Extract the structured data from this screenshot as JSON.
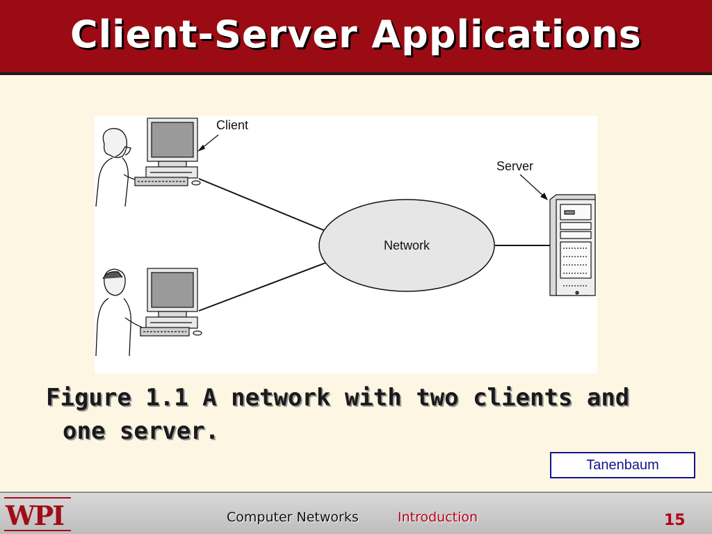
{
  "slide": {
    "title": "Client-Server Applications",
    "caption_line1": "Figure 1.1  A network with two clients and",
    "caption_line2": "one server.",
    "credit": "Tanenbaum"
  },
  "diagram": {
    "labels": {
      "client": "Client",
      "server": "Server",
      "network": "Network"
    },
    "nodes": [
      {
        "id": "client-1",
        "kind": "client workstation"
      },
      {
        "id": "client-2",
        "kind": "client workstation"
      },
      {
        "id": "network",
        "kind": "network cloud"
      },
      {
        "id": "server",
        "kind": "server tower"
      }
    ],
    "edges": [
      {
        "from": "client-1",
        "to": "network"
      },
      {
        "from": "client-2",
        "to": "network"
      },
      {
        "from": "network",
        "to": "server"
      }
    ]
  },
  "footer": {
    "logo": "WPI",
    "course": "Computer Networks",
    "topic": "Introduction",
    "page": "15"
  },
  "colors": {
    "title_bar": "#9b0b14",
    "background": "#fdf6e3",
    "accent_red": "#b3001b",
    "credit_blue": "#14158a"
  }
}
